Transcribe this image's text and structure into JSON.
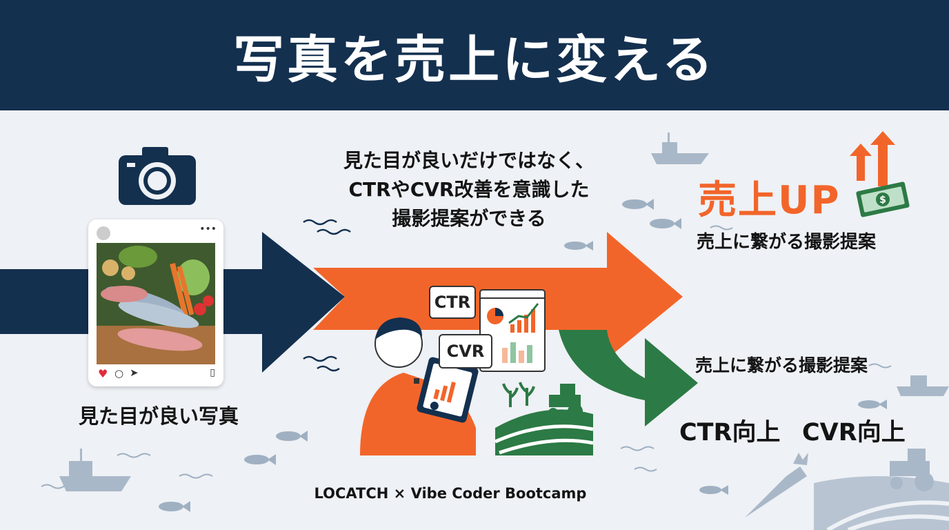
{
  "header": {
    "title": "写真を売上に変える"
  },
  "center_message": {
    "line1": "見た目が良いだけではなく、",
    "line2": "CTRやCVR改善を意識した",
    "line3": "撮影提案ができる"
  },
  "left": {
    "photo_label": "見た目が良い写真"
  },
  "bubbles": {
    "ctr": "CTR",
    "cvr": "CVR"
  },
  "right": {
    "sales_up": "売上UP",
    "sales_sub_top": "売上に繋がる撮影提案",
    "sales_sub_bottom": "売上に繋がる撮影提案",
    "ctr_up": "CTR向上",
    "cvr_up": "CVR向上"
  },
  "footer": {
    "credit": "LOCATCH × Vibe Coder Bootcamp"
  },
  "colors": {
    "navy": "#14304f",
    "orange": "#f2652a",
    "green": "#2c7a45",
    "background": "#eef1f5"
  },
  "icons": [
    "camera-icon",
    "heart-icon",
    "comment-icon",
    "share-icon",
    "bookmark-icon",
    "fish-icon",
    "boat-icon",
    "tractor-icon",
    "money-icon",
    "up-arrow-icon"
  ]
}
